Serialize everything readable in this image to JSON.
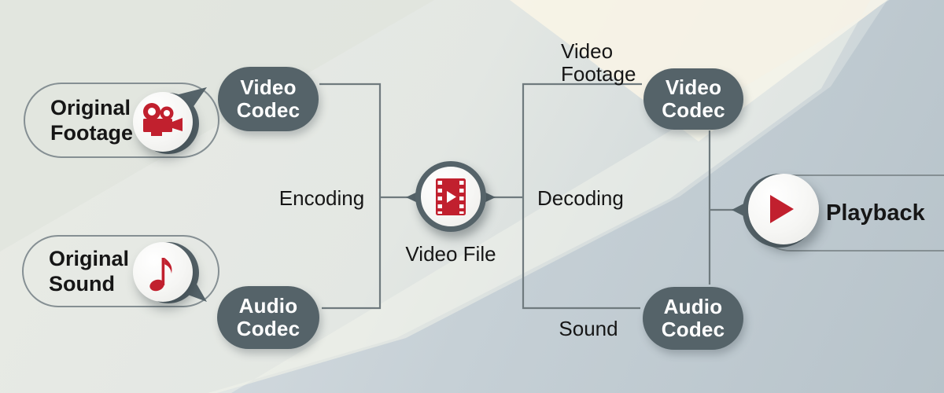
{
  "diagram": {
    "nodes": {
      "original_footage": {
        "line1": "Original",
        "line2": "Footage",
        "icon": "movie-camera-icon"
      },
      "video_codec_left": {
        "line1": "Video",
        "line2": "Codec"
      },
      "encoding_label": {
        "text": "Encoding"
      },
      "video_file": {
        "label": "Video File",
        "icon": "film-strip-icon"
      },
      "original_sound": {
        "line1": "Original",
        "line2": "Sound",
        "icon": "music-note-icon"
      },
      "audio_codec_left": {
        "line1": "Audio",
        "line2": "Codec"
      },
      "decoding_label": {
        "text": "Decoding"
      },
      "video_footage_label": {
        "line1": "Video",
        "line2": "Footage"
      },
      "video_codec_right": {
        "line1": "Video",
        "line2": "Codec"
      },
      "sound_label": {
        "text": "Sound"
      },
      "audio_codec_right": {
        "line1": "Audio",
        "line2": "Codec"
      },
      "playback": {
        "label": "Playback",
        "icon": "play-icon"
      }
    },
    "flow": "Original Footage/Sound -> Codecs -> Encoding -> Video File -> Decoding -> Codecs -> Playback"
  },
  "colors": {
    "accent_red": "#c1202e",
    "slate_dark": "#556369",
    "connector_line": "#6f7a7e",
    "text_ink": "#161616",
    "outline_border": "#858f93",
    "background_light": "#e7e9e4",
    "background_shade": "#bdc8ce",
    "background_cream": "#f8f4e7"
  }
}
